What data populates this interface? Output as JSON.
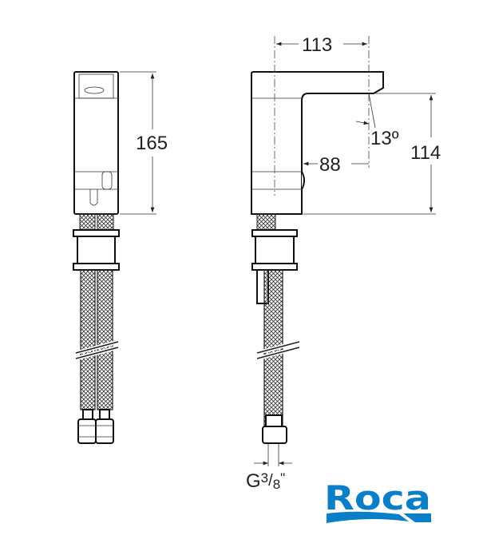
{
  "dimensions": {
    "height_left": "165",
    "spout_reach": "113",
    "sensor_offset": "88",
    "spout_height": "114",
    "spout_angle": "13º",
    "thread_prefix": "G",
    "thread_num": "3",
    "thread_sep": "/",
    "thread_den": "8",
    "thread_unit": "\""
  },
  "logo": {
    "text": "Roca",
    "color": "#0a7fc8"
  }
}
